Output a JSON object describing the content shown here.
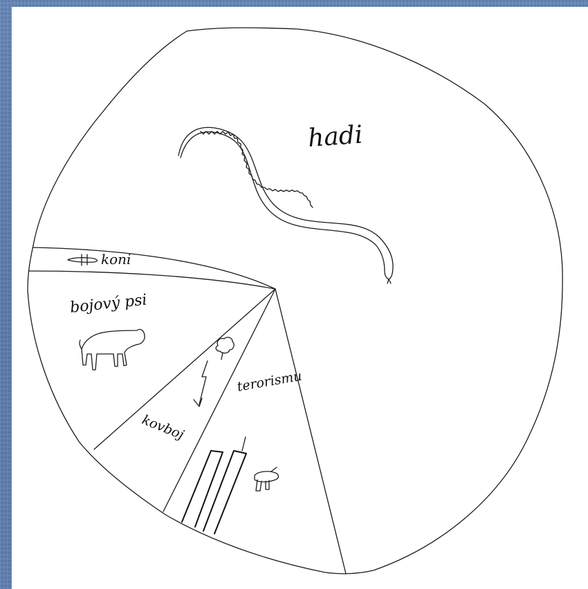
{
  "labels": {
    "snakes": "hadi",
    "horses": "koni",
    "fighting_dogs": "bojový psi",
    "terrorism": "terorismu",
    "cowboys": "kovboj"
  },
  "colors": {
    "frame": "#5f7fb0",
    "paper": "#ffffff",
    "ink": "#111111"
  }
}
